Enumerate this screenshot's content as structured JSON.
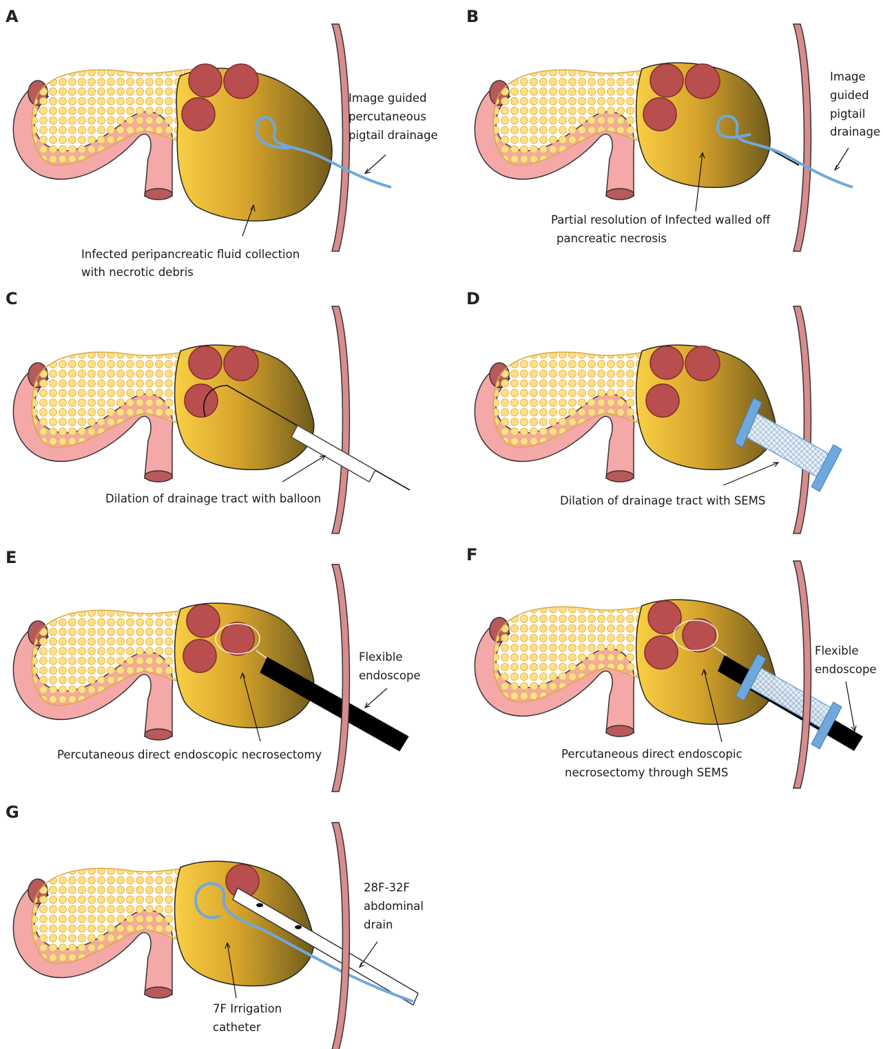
{
  "colors": {
    "pancreas": "#f6d66a",
    "pancreas_dark": "#e8b84a",
    "duodenum": "#f4a8a8",
    "collection_light": "#f7c94a",
    "collection_dark": "#7a6420",
    "necrosis": "#b94e4e",
    "abdominal_wall": "#d98c8c",
    "pigtail": "#6fa8dc",
    "stent": "#6fa8dc",
    "scope": "#000000"
  },
  "panels": {
    "A": {
      "label": "A",
      "caption": [
        "Infected peripancreatic fluid collection",
        "with necrotic debris"
      ],
      "side_note": [
        "Image guided",
        "percutaneous",
        "pigtail drainage"
      ]
    },
    "B": {
      "label": "B",
      "caption": [
        "Partial resolution of Infected walled off",
        "pancreatic necrosis"
      ],
      "side_note": [
        "Image",
        "guided",
        "pigtail",
        "drainage"
      ]
    },
    "C": {
      "label": "C",
      "caption": [
        "Dilation of drainage tract with balloon"
      ]
    },
    "D": {
      "label": "D",
      "caption": [
        "Dilation of drainage tract with SEMS"
      ]
    },
    "E": {
      "label": "E",
      "caption": [
        "Percutaneous direct endoscopic necrosectomy"
      ],
      "side_note": [
        "Flexible",
        "endoscope"
      ]
    },
    "F": {
      "label": "F",
      "caption": [
        "Percutaneous direct endoscopic",
        "necrosectomy through SEMS"
      ],
      "side_note": [
        "Flexible",
        "endoscope"
      ]
    },
    "G": {
      "label": "G",
      "caption": [
        "7F Irrigation",
        "catheter"
      ],
      "side_note": [
        "28F-32F",
        "abdominal",
        "drain"
      ]
    }
  }
}
